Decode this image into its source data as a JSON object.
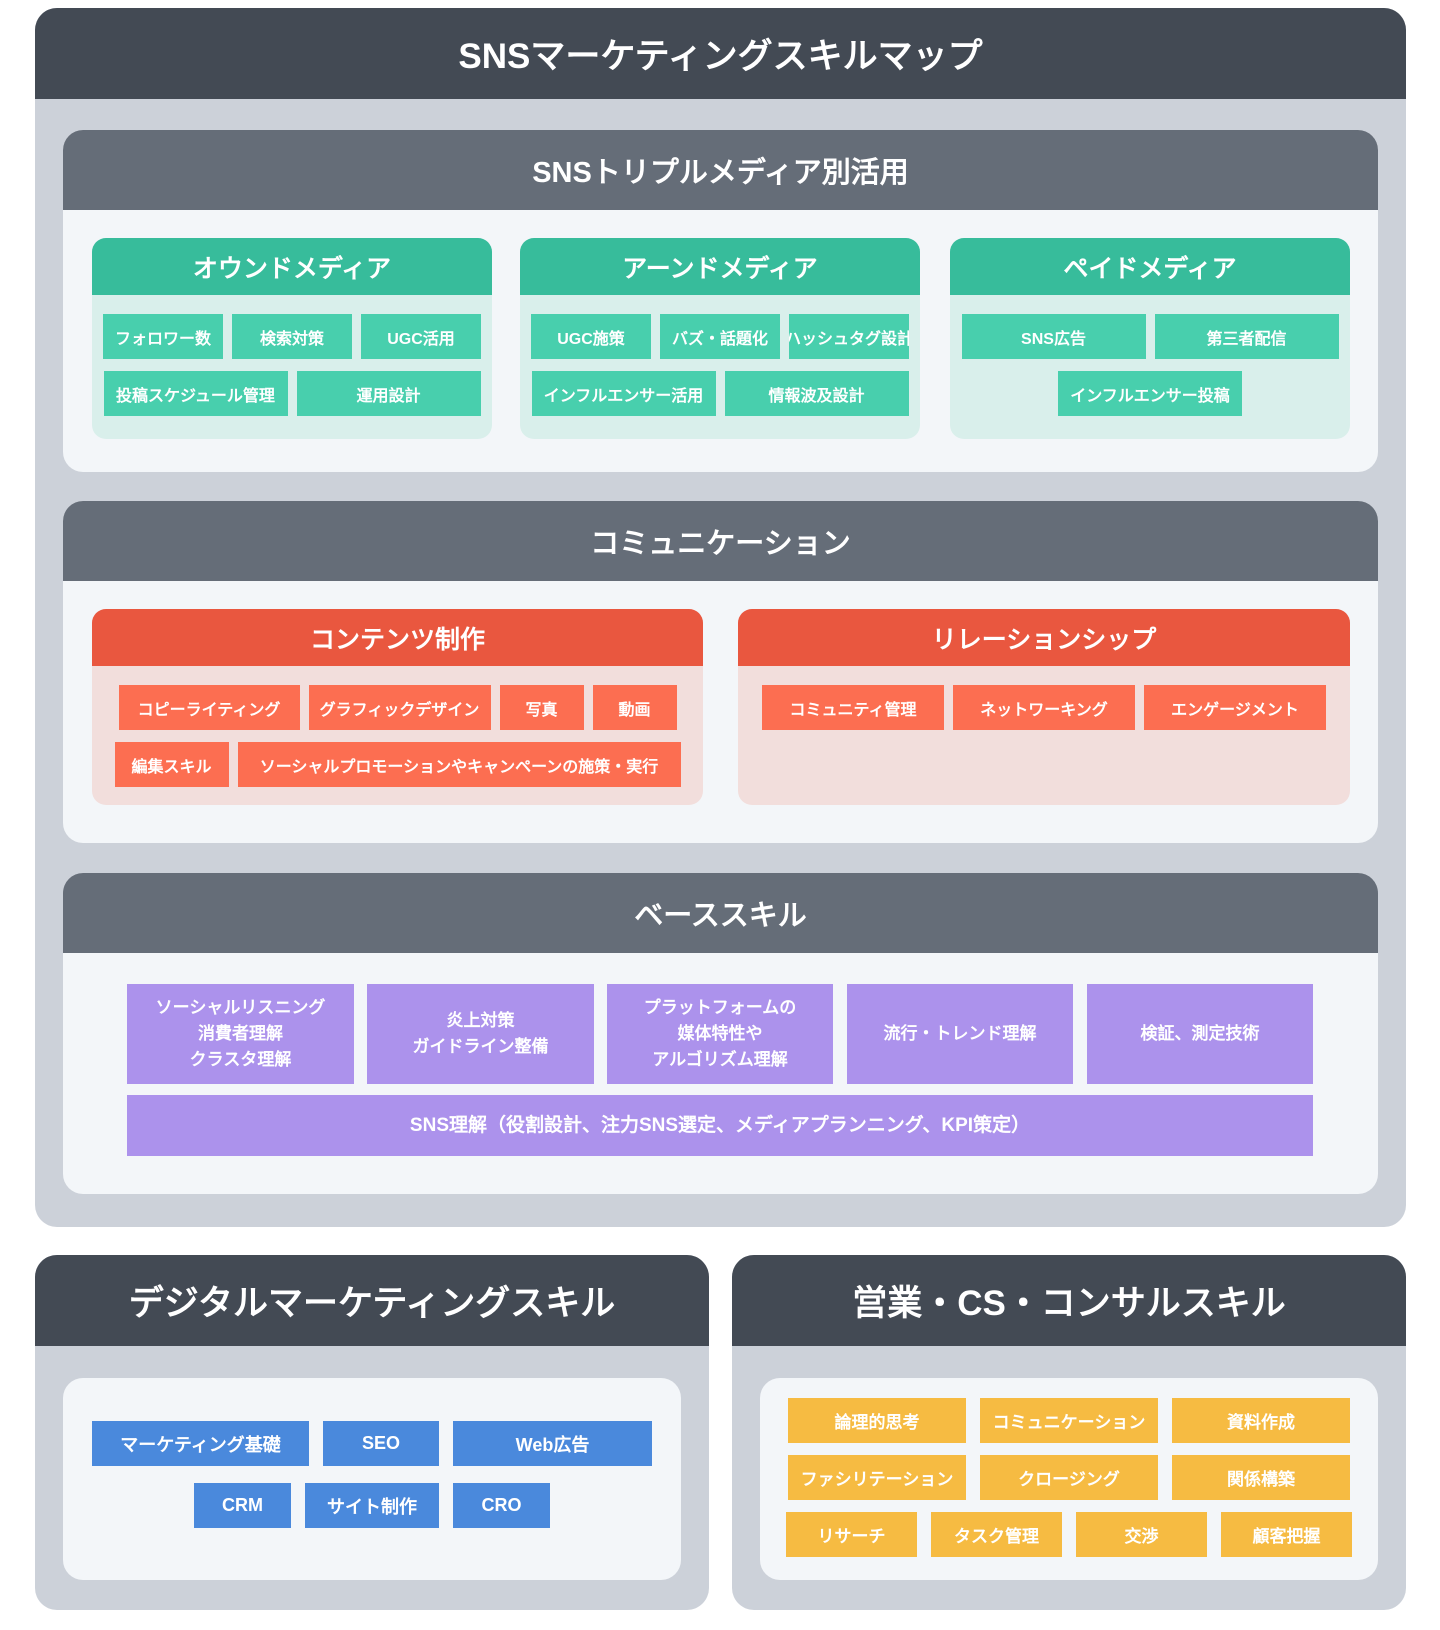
{
  "title": "SNSマーケティングスキルマップ",
  "triple_media": {
    "title": "SNSトリプルメディア別活用",
    "owned": {
      "title": "オウンドメディア",
      "items": [
        "フォロワー数",
        "検索対策",
        "UGC活用",
        "投稿スケジュール管理",
        "運用設計"
      ]
    },
    "earned": {
      "title": "アーンドメディア",
      "items": [
        "UGC施策",
        "バズ・話題化",
        "ハッシュタグ設計",
        "インフルエンサー活用",
        "情報波及設計"
      ]
    },
    "paid": {
      "title": "ペイドメディア",
      "items": [
        "SNS広告",
        "第三者配信",
        "インフルエンサー投稿"
      ]
    }
  },
  "communication": {
    "title": "コミュニケーション",
    "content": {
      "title": "コンテンツ制作",
      "items": [
        "コピーライティング",
        "グラフィックデザイン",
        "写真",
        "動画",
        "編集スキル",
        "ソーシャルプロモーションやキャンペーンの施策・実行"
      ]
    },
    "relationship": {
      "title": "リレーションシップ",
      "items": [
        "コミュニティ管理",
        "ネットワーキング",
        "エンゲージメント"
      ]
    }
  },
  "base": {
    "title": "ベーススキル",
    "items": [
      "ソーシャルリスニング\n消費者理解\nクラスタ理解",
      "炎上対策\nガイドライン整備",
      "プラットフォームの\n媒体特性や\nアルゴリズム理解",
      "流行・トレンド理解",
      "検証、測定技術"
    ],
    "sns_understanding": "SNS理解（役割設計、注力SNS選定、メディアプランニング、KPI策定）"
  },
  "digital": {
    "title": "デジタルマーケティングスキル",
    "items": [
      "マーケティング基礎",
      "SEO",
      "Web広告",
      "CRM",
      "サイト制作",
      "CRO"
    ]
  },
  "sales": {
    "title": "営業・CS・コンサルスキル",
    "items": [
      "論理的思考",
      "コミュニケーション",
      "資料作成",
      "ファシリテーション",
      "クロージング",
      "関係構築",
      "リサーチ",
      "タスク管理",
      "交渉",
      "顧客把握"
    ]
  },
  "colors": {
    "dark": "#434a54",
    "section": "#656d78",
    "green": "#37bc9b",
    "red": "#e9573f",
    "purple": "#ac92ec",
    "blue": "#4a89dc",
    "yellow": "#f6bb42"
  }
}
